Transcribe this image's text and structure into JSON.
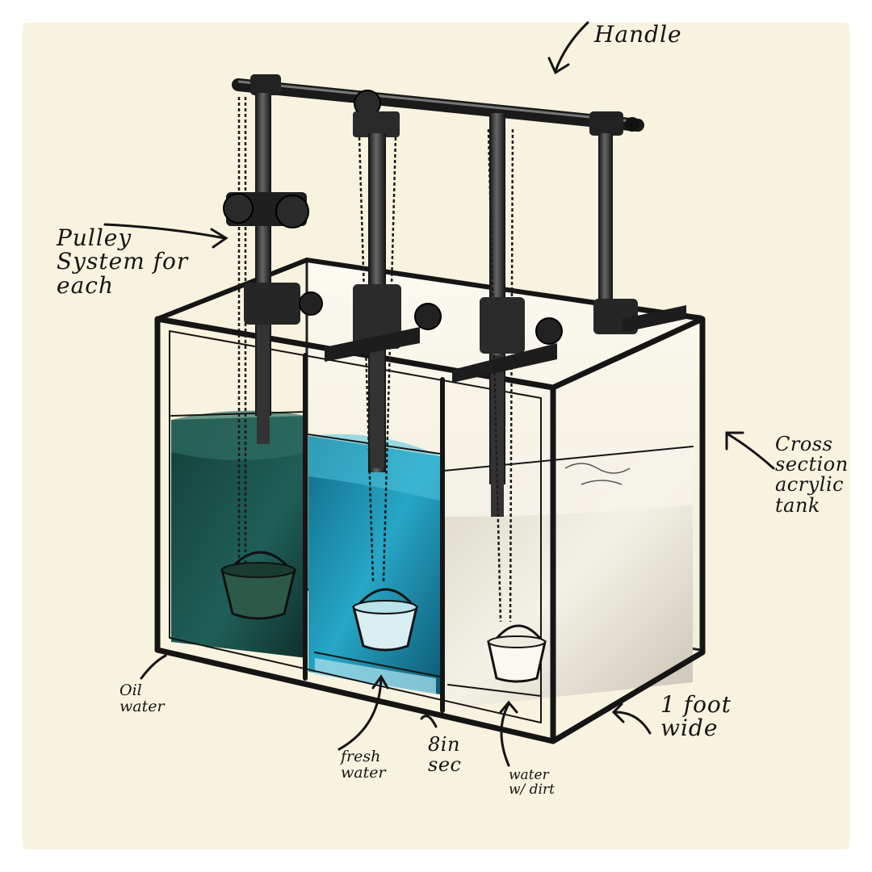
{
  "annotations": {
    "handle": [
      "Handle"
    ],
    "pulley": [
      "Pulley",
      "System for",
      "each"
    ],
    "tank": [
      "Cross",
      "section",
      "acrylic",
      "tank"
    ],
    "width": [
      "1 foot",
      "wide"
    ],
    "section": [
      "8in",
      "sec"
    ],
    "oil": [
      "Oil",
      "water"
    ],
    "fresh": [
      "fresh",
      "water"
    ],
    "dirt": [
      "water",
      "w/ dirt"
    ]
  },
  "colors": {
    "paper": "#f8f3df",
    "ink": "#151515",
    "oil_water": "#1c4d45",
    "fresh_water": "#1f8fb0",
    "dirty_water": "#ece8da",
    "bucket_green": "#2d5a48",
    "bucket_light": "#d7eef2"
  }
}
